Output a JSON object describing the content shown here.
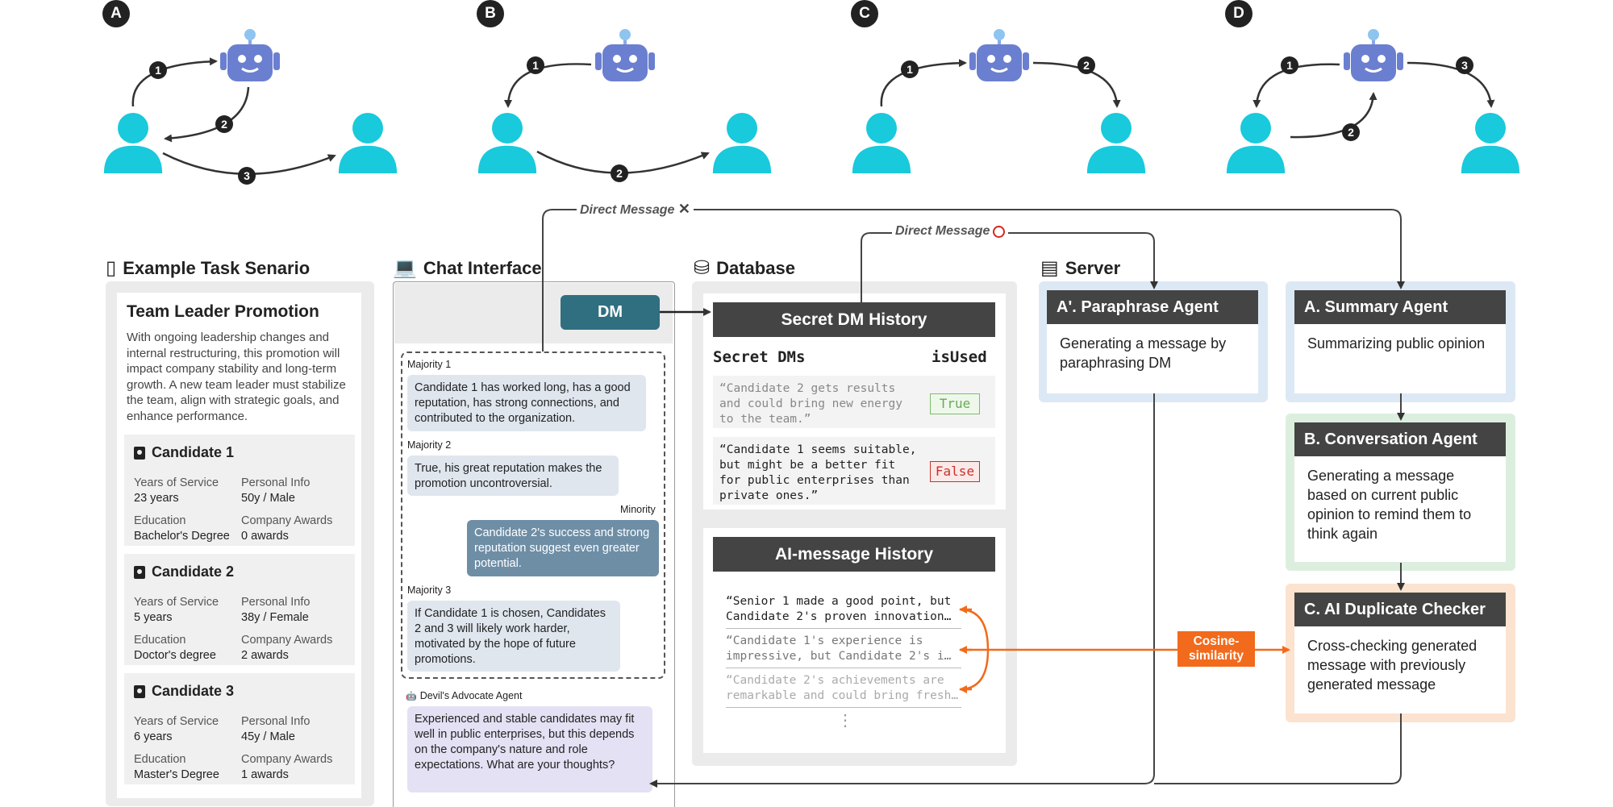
{
  "top_panels": [
    {
      "letter": "A",
      "steps": [
        "1",
        "2",
        "3"
      ]
    },
    {
      "letter": "B",
      "steps": [
        "1",
        "2"
      ]
    },
    {
      "letter": "C",
      "steps": [
        "1",
        "2"
      ]
    },
    {
      "letter": "D",
      "steps": [
        "1",
        "2",
        "3"
      ]
    }
  ],
  "sections": {
    "scenario": "Example Task Senario",
    "chat": "Chat Interface",
    "database": "Database",
    "server": "Server"
  },
  "scenario": {
    "title": "Team Leader Promotion",
    "description": "With ongoing leadership changes and internal restructuring, this promotion will impact company stability and long-term growth. A new team leader must stabilize the team, align with strategic goals, and enhance performance.",
    "labels": {
      "years": "Years of Service",
      "personal": "Personal Info",
      "education": "Education",
      "awards": "Company Awards"
    },
    "candidates": [
      {
        "name": "Candidate 1",
        "years": "23 years",
        "personal": "50y / Male",
        "education": "Bachelor's Degree",
        "awards": "0 awards"
      },
      {
        "name": "Candidate 2",
        "years": "5 years",
        "personal": "38y / Female",
        "education": "Doctor's degree",
        "awards": "2 awards"
      },
      {
        "name": "Candidate 3",
        "years": "6 years",
        "personal": "45y / Male",
        "education": "Master's Degree",
        "awards": "1 awards"
      }
    ]
  },
  "chat": {
    "dm_button": "DM",
    "messages": [
      {
        "speaker": "Majority 1",
        "text": "Candidate 1 has worked long, has a good reputation, has strong connections, and contributed to the organization."
      },
      {
        "speaker": "Majority 2",
        "text": "True, his great reputation makes the promotion uncontroversial."
      },
      {
        "speaker": "Minority",
        "text": "Candidate 2's success and strong reputation suggest even greater potential."
      },
      {
        "speaker": "Majority 3",
        "text": "If Candidate 1 is chosen, Candidates 2 and 3 will likely work harder, motivated by the hope of future promotions."
      },
      {
        "speaker": "Devil's Advocate Agent",
        "text": "Experienced and stable candidates may fit well in public enterprises, but this depends on the company's nature and role expectations. What are your thoughts?"
      }
    ]
  },
  "database": {
    "secret_title": "Secret DM History",
    "col_dms": "Secret DMs",
    "col_used": "isUsed",
    "secret_rows": [
      {
        "text": "“Candidate 2 gets results and could bring new energy to the team.”",
        "used": "True"
      },
      {
        "text": "“Candidate 1 seems suitable, but might be a better fit for public enterprises than private ones.”",
        "used": "False"
      }
    ],
    "ai_title": "AI-message History",
    "ai_rows": [
      "“Senior 1 made a good point, but Candidate 2's proven innovation…",
      "“Candidate 1's experience is impressive, but Candidate 2's i…",
      "“Candidate 2's achievements are remarkable and could bring fresh…"
    ],
    "ellipsis": "⋮"
  },
  "server": {
    "paraphrase": {
      "title": "A'. Paraphrase Agent",
      "body": "Generating a message by paraphrasing DM"
    },
    "summary": {
      "title": "A. Summary Agent",
      "body": "Summarizing public opinion"
    },
    "conversation": {
      "title": "B. Conversation Agent",
      "body": "Generating a message based on current public opinion to remind them to think again"
    },
    "checker": {
      "title": "C. AI Duplicate Checker",
      "body": "Cross-checking generated message with previously generated message"
    }
  },
  "flow_labels": {
    "dm_blocked": "Direct Message",
    "dm_blocked_mark": "✕",
    "dm_allowed": "Direct Message",
    "cosine": "Cosine-similarity"
  },
  "colors": {
    "person": "#19c9dc",
    "robot": "#6b7fd0",
    "blue_frame": "#dce9f5",
    "green_frame": "#dcefdf",
    "orange_frame": "#fbe3d0",
    "cosine": "#f26a1b",
    "dm_button": "#2f6f80"
  }
}
